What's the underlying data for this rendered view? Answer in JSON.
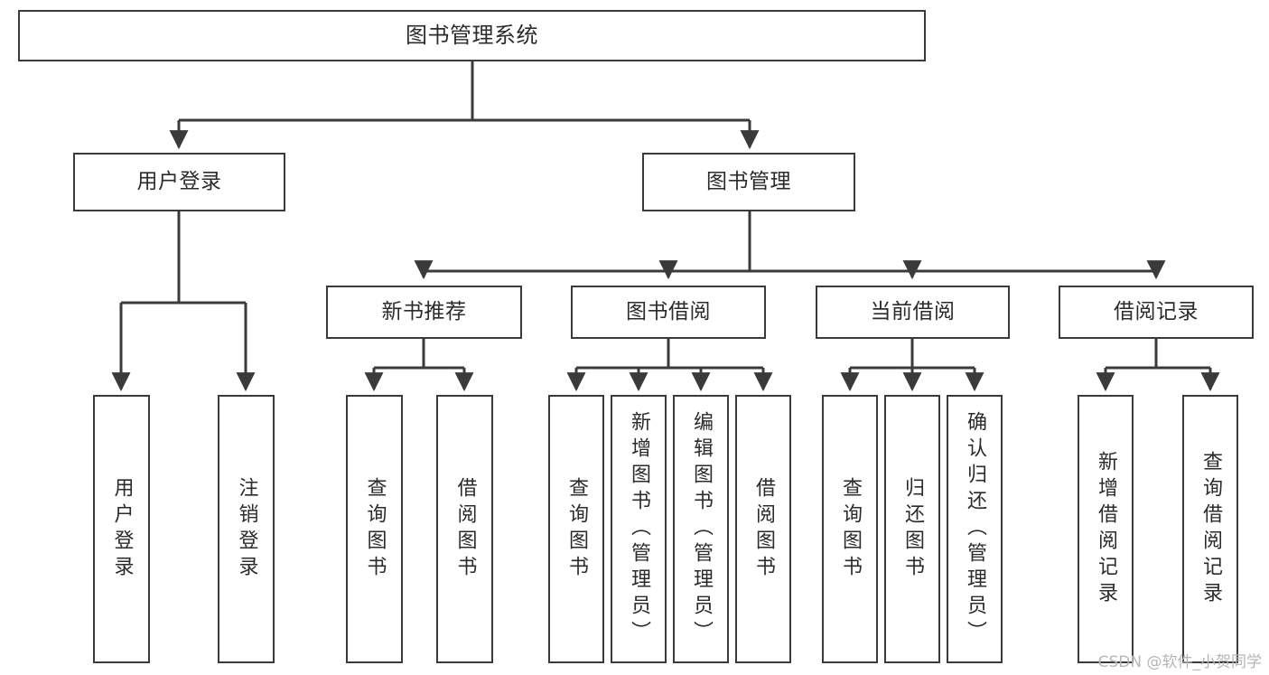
{
  "diagram": {
    "title_node": {
      "label": "图书管理系统"
    },
    "level1": [
      {
        "id": "user-login",
        "label": "用户登录"
      },
      {
        "id": "book-manage",
        "label": "图书管理"
      }
    ],
    "level2": [
      {
        "id": "new-book-recommend",
        "label": "新书推荐"
      },
      {
        "id": "book-borrow",
        "label": "图书借阅"
      },
      {
        "id": "current-borrow",
        "label": "当前借阅"
      },
      {
        "id": "borrow-record",
        "label": "借阅记录"
      }
    ],
    "leaves": [
      {
        "id": "leaf-user-login",
        "label": "用户登录",
        "parent": "user-login"
      },
      {
        "id": "leaf-user-logout",
        "label": "注销登录",
        "parent": "user-login"
      },
      {
        "id": "leaf-query-book-1",
        "label": "查询图书",
        "parent": "new-book-recommend"
      },
      {
        "id": "leaf-borrow-book-1",
        "label": "借阅图书",
        "parent": "new-book-recommend"
      },
      {
        "id": "leaf-query-book-2",
        "label": "查询图书",
        "parent": "book-borrow"
      },
      {
        "id": "leaf-add-book",
        "label": "新增图书（管理员）",
        "parent": "book-borrow"
      },
      {
        "id": "leaf-edit-book",
        "label": "编辑图书（管理员）",
        "parent": "book-borrow"
      },
      {
        "id": "leaf-borrow-book-2",
        "label": "借阅图书",
        "parent": "book-borrow"
      },
      {
        "id": "leaf-query-book-3",
        "label": "查询图书",
        "parent": "current-borrow"
      },
      {
        "id": "leaf-return-book",
        "label": "归还图书",
        "parent": "current-borrow"
      },
      {
        "id": "leaf-confirm-return",
        "label": "确认归还（管理员）",
        "parent": "current-borrow"
      },
      {
        "id": "leaf-add-record",
        "label": "新增借阅记录",
        "parent": "borrow-record"
      },
      {
        "id": "leaf-query-record",
        "label": "查询借阅记录",
        "parent": "borrow-record"
      }
    ],
    "colors": {
      "stroke": "#3a3a3a",
      "background": "#ffffff",
      "text": "#2b2b2b",
      "watermark": "#b6b6b6"
    }
  },
  "watermark": {
    "text": "CSDN @软件_小贺同学"
  }
}
